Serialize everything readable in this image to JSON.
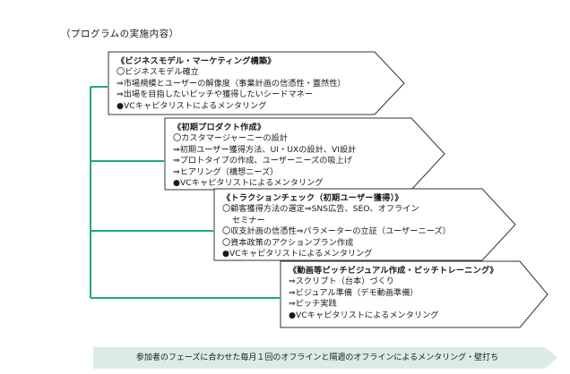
{
  "header": "（プログラムの実施内容）",
  "colors": {
    "connector": "#1aaa7c",
    "box_border": "#333333",
    "footer_fill": "#dbece4"
  },
  "phases": [
    {
      "title": "《ビジネスモデル・マーケティング構築》",
      "items": [
        "〇ビジネスモデル確立",
        "⇒市場規模とユーザーの解像度（事業計画の信憑性・蓋然性）",
        "⇒出場を目指したいピッチや獲得したいシードマネー",
        "●VCキャピタリストによるメンタリング"
      ]
    },
    {
      "title": "《初期プロダクト作成》",
      "items": [
        "〇カスタマージャーニーの設計",
        "⇒初期ユーザー獲得方法、UI・UXの設計、VI設計",
        "⇒プロトタイプの作成、ユーザーニーズの吸上げ",
        "⇒ヒアリング（構想ニーズ）",
        "●VCキャピタリストによるメンタリング"
      ]
    },
    {
      "title": "《トラクションチェック（初期ユーザー獲得）》",
      "items": [
        "〇顧客獲得方法の選定⇒SNS広告、SEO、オフライン",
        "セミナー",
        "〇収支計画の信憑性⇒パラメーターの立証（ユーザーニーズ）",
        "〇資本政策のアクションプラン作成",
        "●VCキャピタリストによるメンタリング"
      ]
    },
    {
      "title": "《動画等ピッチビジュアル作成・ピッチトレーニング》",
      "items": [
        "⇒スクリプト（台本）づくり",
        "⇒ビジュアル準備（デモ動画準備）",
        "⇒ピッチ実践",
        "●VCキャピタリストによるメンタリング"
      ]
    }
  ],
  "footer": "参加者のフェーズに合わせた毎月１回のオフラインと隔週のオフラインによるメンタリング・壁打ち"
}
